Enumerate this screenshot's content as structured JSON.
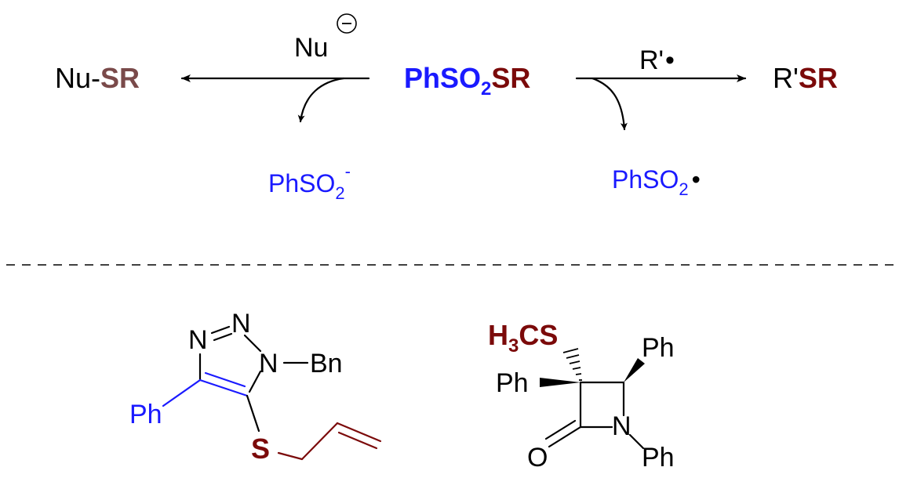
{
  "scheme": {
    "reagent": {
      "ph": "PhSO",
      "sub": "2",
      "sr": "SR"
    },
    "nucleophile": {
      "label": "Nu",
      "charge": "⊖"
    },
    "product_left": {
      "prefix": "Nu-",
      "sr": "SR"
    },
    "byproduct_left": {
      "label": "PhSO",
      "sub": "2",
      "sup": "-"
    },
    "radical": {
      "label": "R'",
      "dot": "•"
    },
    "product_right": {
      "prefix": "R'",
      "sr": "SR"
    },
    "byproduct_right": {
      "label": "PhSO",
      "sub": "2",
      "dot": "•"
    }
  },
  "triazole": {
    "n1": "N",
    "n2": "N",
    "n3": "N",
    "bn": "Bn",
    "ph": "Ph",
    "s": "S"
  },
  "lactam": {
    "methylthio": {
      "h": "H",
      "sub": "3",
      "cs": "CS"
    },
    "ph_top": "Ph",
    "ph_left": "Ph",
    "n": "N",
    "ph_n": "Ph",
    "o": "O"
  },
  "colors": {
    "blue": "#1a1aff",
    "dark_red": "#7b0a0a",
    "mauve": "#7a4a4a"
  }
}
